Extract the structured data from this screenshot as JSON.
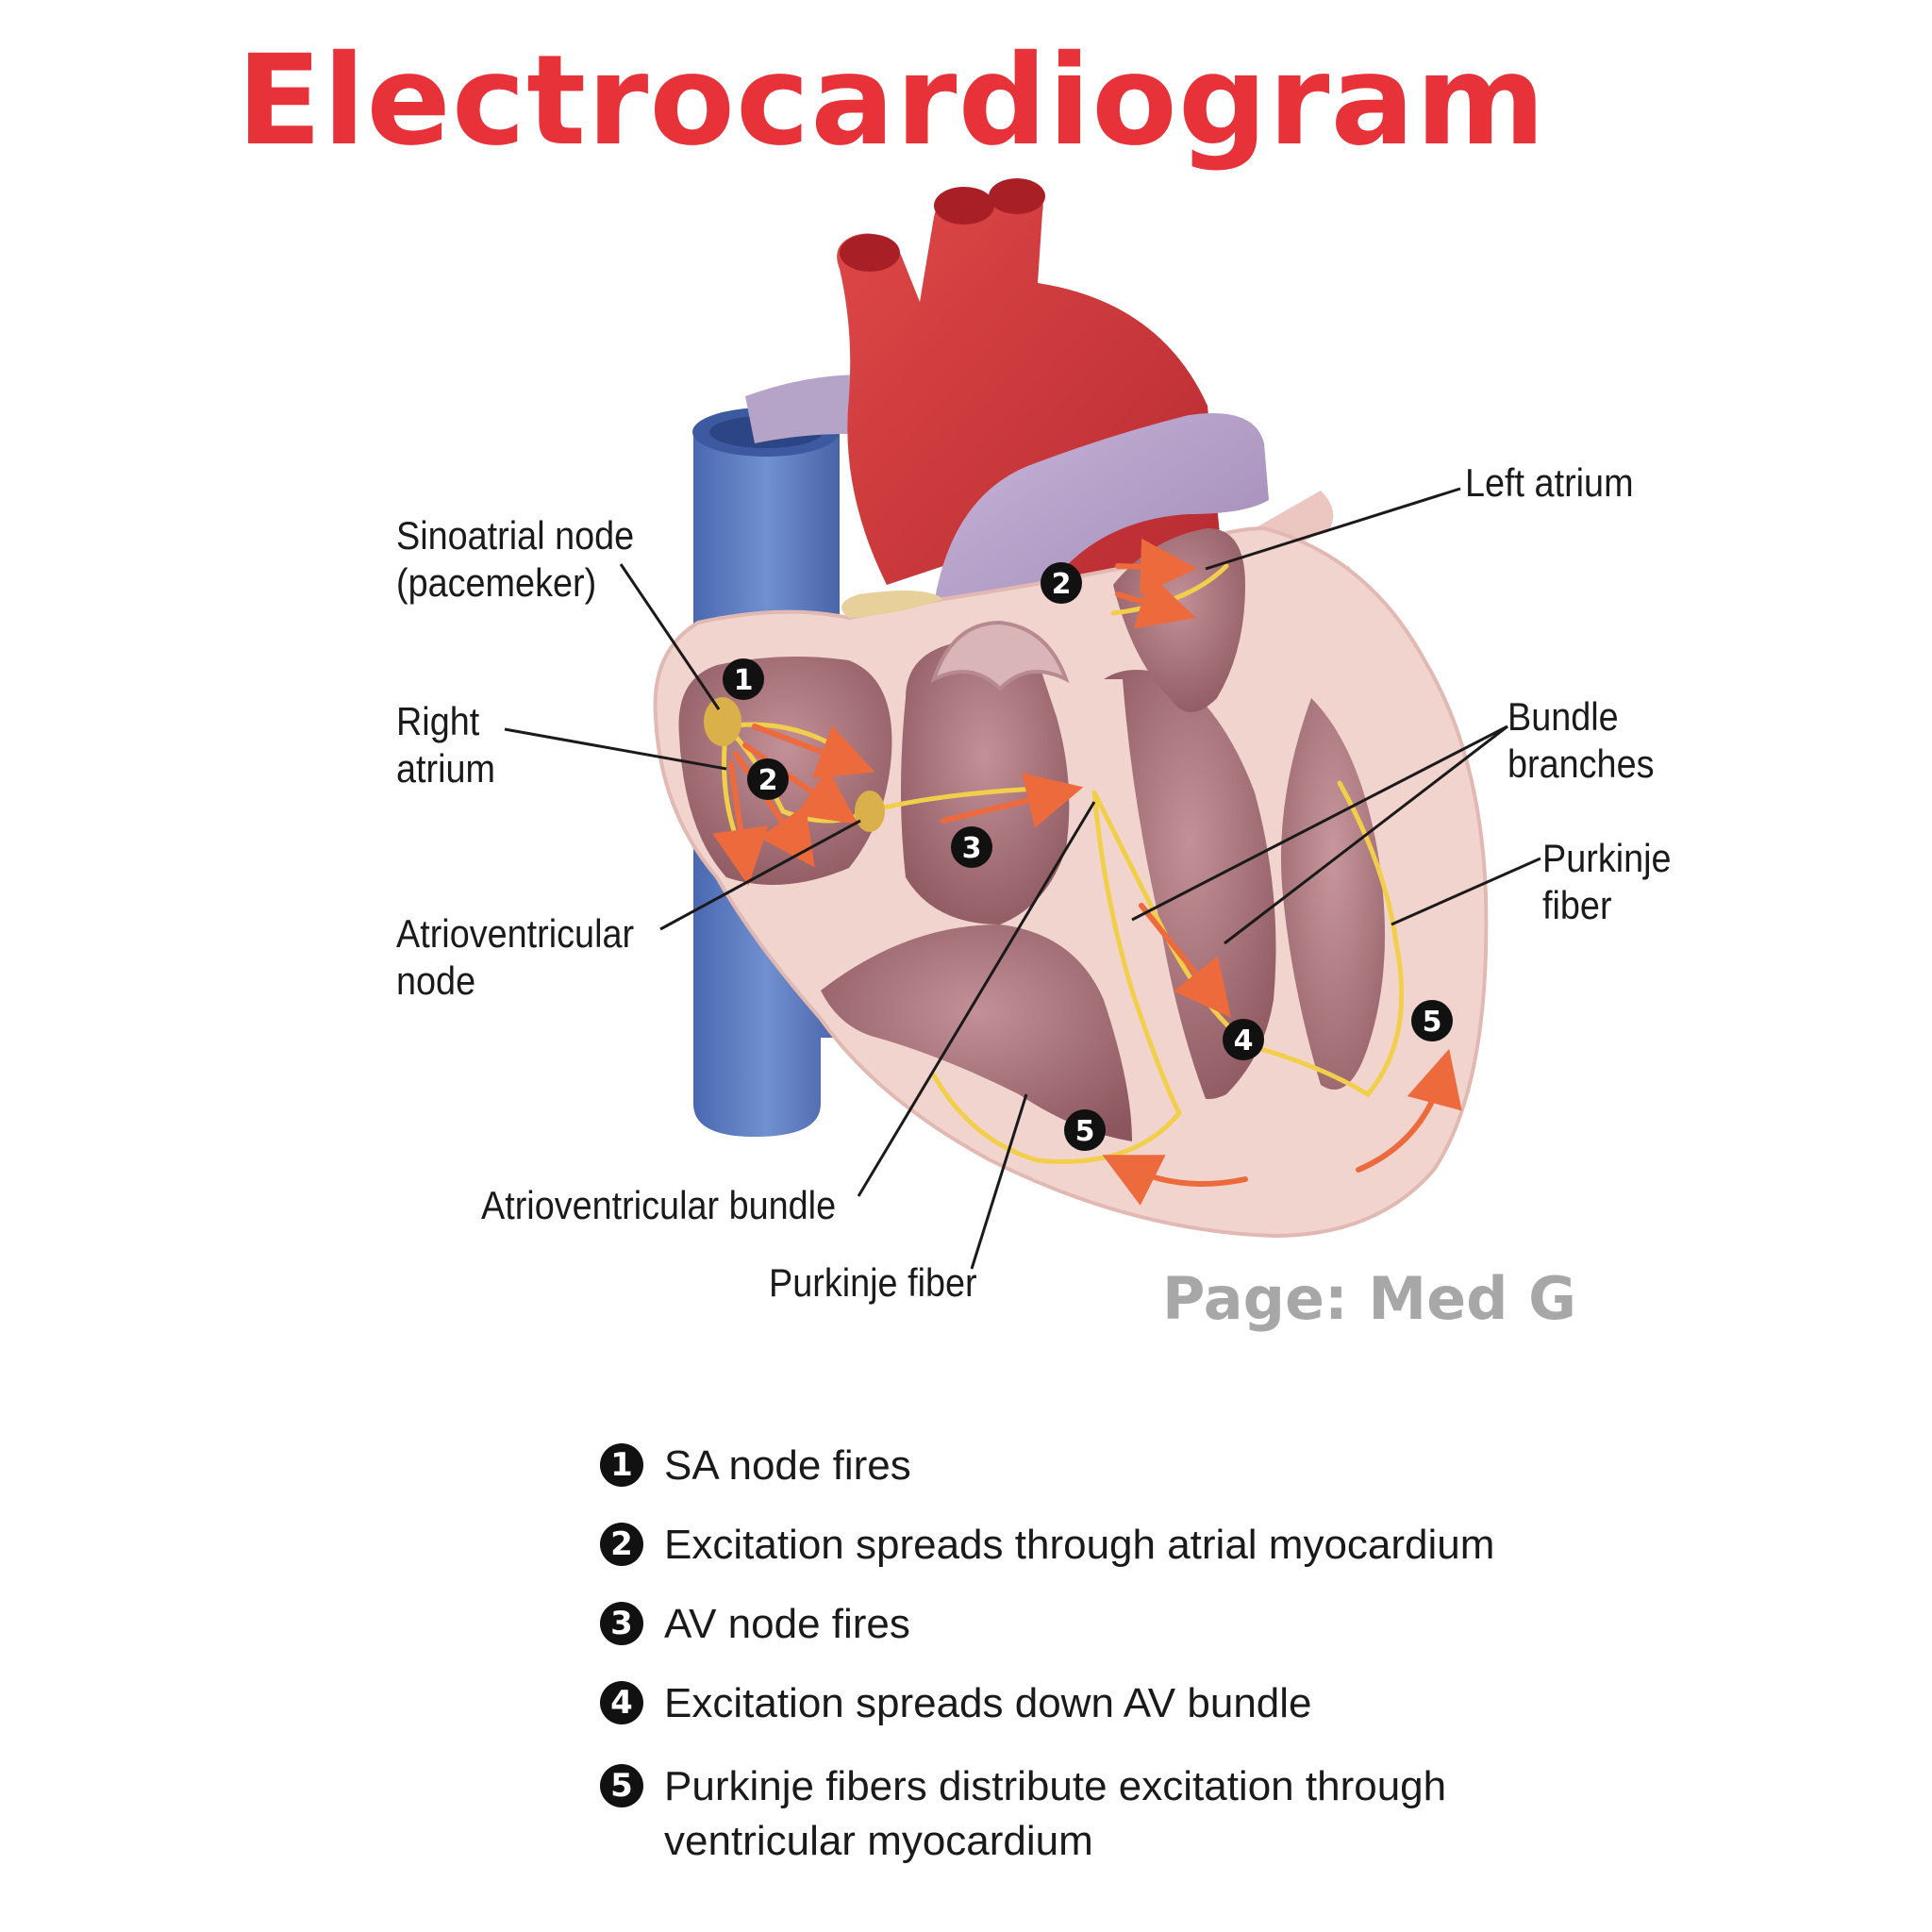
{
  "title": "Electrocardiogram",
  "labels": {
    "sinoatrial_node": "Sinoatrial node\n(pacemeker)",
    "right_atrium": "Right\natrium",
    "av_node": "Atrioventricular\nnode",
    "av_bundle": "Atrioventricular bundle",
    "purkinje_bottom": "Purkinje fiber",
    "left_atrium": "Left atrium",
    "bundle_branches": "Bundle\nbranches",
    "purkinje_right": "Purkinje\nfiber"
  },
  "markers": [
    "1",
    "2",
    "2",
    "3",
    "4",
    "5",
    "5"
  ],
  "watermark": "Page: Med G",
  "legend": [
    {
      "num": "1",
      "text": "SA node fires"
    },
    {
      "num": "2",
      "text": "Excitation spreads through atrial myocardium"
    },
    {
      "num": "3",
      "text": "AV node fires"
    },
    {
      "num": "4",
      "text": "Excitation spreads down AV bundle"
    },
    {
      "num": "5",
      "text": "Purkinje fibers distribute excitation through\nventricular myocardium"
    }
  ],
  "colors": {
    "title": "#e8323a",
    "aorta": "#d13a3a",
    "pulmonary": "#b9a5c9",
    "vena_cava": "#5e7fc2",
    "myocardium": "#f2d4cf",
    "chamber": "#a8727a",
    "conduction": "#f2cf4a",
    "arrow": "#ec6a3c"
  }
}
